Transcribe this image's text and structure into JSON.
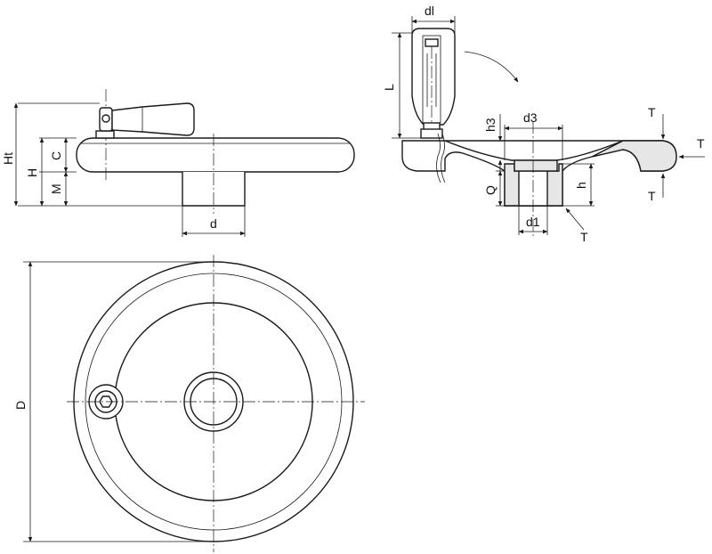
{
  "labels": {
    "Ht": "Ht",
    "H": "H",
    "C": "C",
    "M": "M",
    "d": "d",
    "D": "D",
    "dl": "dl",
    "L": "L",
    "h3": "h3",
    "d3": "d3",
    "Q": "Q",
    "h": "h",
    "d1": "d1",
    "T": "T"
  }
}
